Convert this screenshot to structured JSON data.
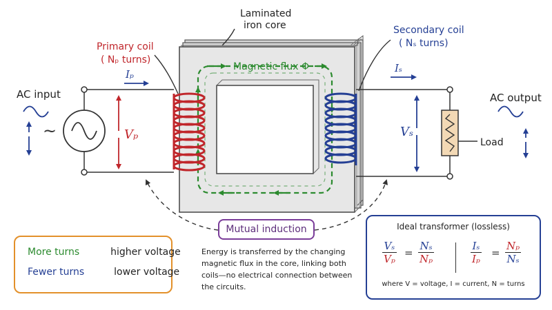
{
  "labels": {
    "core": [
      "Laminated",
      "iron core"
    ],
    "primary_coil": "Primary coil",
    "primary_turns": "( Nₚ turns)",
    "secondary_coil": "Secondary coil",
    "secondary_turns": "( Nₛ turns)",
    "flux": "Magnetic flux Φ",
    "ip": "Iₚ",
    "is": "Iₛ",
    "vp": "Vₚ",
    "vs": "Vₛ",
    "ac_input": "AC input",
    "ac_output": "AC output",
    "load": "Load",
    "tilde": "~"
  },
  "legend": {
    "more_turns": "More turns",
    "higher_voltage": "higher voltage",
    "fewer_turns": "Fewer turns",
    "lower_voltage": "lower voltage"
  },
  "mutual_induction": "Mutual induction",
  "energy_text": "Energy is transferred by the changing magnetic flux in the core, linking both coils—no electrical connection between the circuits.",
  "formula": {
    "title": "Ideal transformer (lossless)",
    "vs": "Vₛ",
    "vp": "Vₚ",
    "ns": "Nₛ",
    "np": "Nₚ",
    "is": "Iₛ",
    "ip": "Iₚ",
    "np2": "Nₚ",
    "ns2": "Nₛ",
    "eq": "=",
    "where": "where   V = voltage,   I = current,   N = turns"
  },
  "colors": {
    "primary": "#c0262b",
    "secondary": "#243f94",
    "flux": "#2b8a2e",
    "mutual": "#7a3c99",
    "legend_border": "#e3902a"
  }
}
